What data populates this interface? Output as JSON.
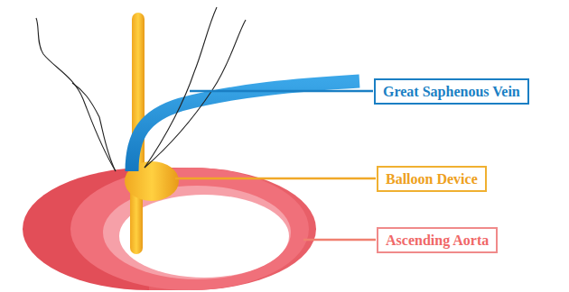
{
  "diagram": {
    "nodes": [
      {
        "text": [
          "Great Saphenous Vein"
        ]
      },
      {
        "text": [
          "Balloon Device"
        ]
      },
      {
        "text": [
          "Ascending Aorta"
        ]
      }
    ]
  }
}
